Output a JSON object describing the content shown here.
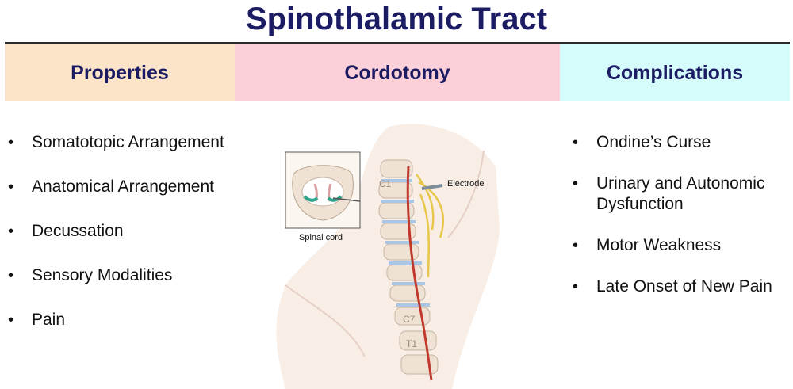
{
  "title": "Spinothalamic Tract",
  "columns": {
    "properties": "Properties",
    "cordotomy": "Cordotomy",
    "complications": "Complications"
  },
  "properties_items": [
    "Somatotopic Arrangement",
    "Anatomical Arrangement",
    "Decussation",
    "Sensory Modalities",
    "Pain"
  ],
  "complications_items": [
    "Ondine’s Curse",
    "Urinary and Autonomic Dysfunction",
    "Motor Weakness",
    "Late Onset of New Pain"
  ],
  "illustration": {
    "electrode_label": "Electrode",
    "spinal_cord_label": "Spinal cord",
    "c1_label": "C1",
    "c7_label": "C7",
    "t1_label": "T1"
  },
  "colors": {
    "title": "#1c1c64",
    "properties_bg": "#fbe4c8",
    "cordotomy_bg": "#fcd0d8",
    "complications_bg": "#d6fbfb"
  }
}
